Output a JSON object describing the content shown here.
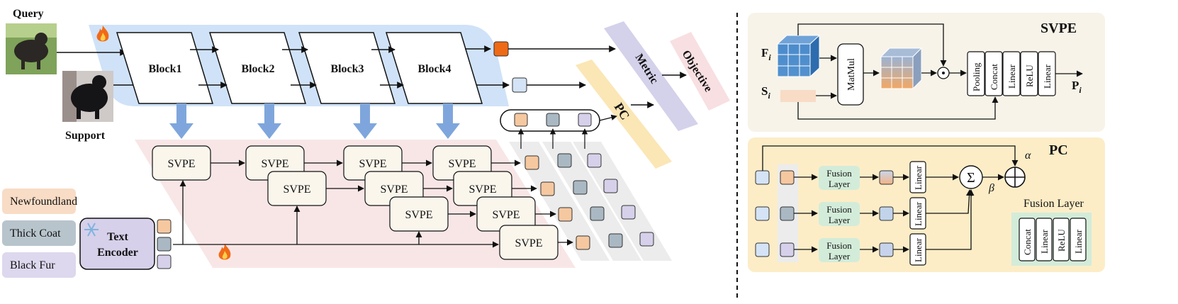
{
  "left": {
    "query_label": "Query",
    "support_label": "Support",
    "blocks": [
      "Block1",
      "Block2",
      "Block3",
      "Block4"
    ],
    "svpe_label": "SVPE",
    "metric_label": "Metric",
    "objective_label": "Objective",
    "pc_label": "PC",
    "text_encoder_label_1": "Text",
    "text_encoder_label_2": "Encoder",
    "text_prompts": [
      "Newfoundland",
      "Thick Coat",
      "Black Fur"
    ]
  },
  "svpe_panel": {
    "title": "SVPE",
    "input_f": "F",
    "input_s": "S",
    "subscript": "i",
    "matmul_label": "MatMul",
    "ops": [
      "Pooling",
      "Concat",
      "Linear",
      "ReLU",
      "Linear"
    ],
    "output_label": "P",
    "output_sub": "i"
  },
  "pc_panel": {
    "title": "PC",
    "fusion_layer_line1": "Fusion",
    "fusion_layer_line2": "Layer",
    "linear_label": "Linear",
    "sum_symbol": "Σ",
    "alpha": "α",
    "beta": "β",
    "fusion_detail_title": "Fusion Layer",
    "fusion_detail_ops": [
      "Concat",
      "Linear",
      "ReLU",
      "Linear"
    ]
  },
  "colors": {
    "backbone_bg": "#cfe2f8",
    "svpe_bg": "#f8e6e6",
    "pc_band": "#fbe6b5",
    "metric_band": "#d4d1ea",
    "objective_band": "#f8dfe2",
    "panel_svpe_bg": "#f7f3e8",
    "panel_pc_bg": "#fcedc7",
    "orange_feature": "#f5c8a0",
    "gray_feature": "#aab8c3",
    "purple_feature": "#d6d0ea",
    "light_blue_feature": "#d4e3f5",
    "query_output": "#ef6a16",
    "fusion_green": "#d3ecd9",
    "arrow_blue": "#7fa6dc"
  }
}
